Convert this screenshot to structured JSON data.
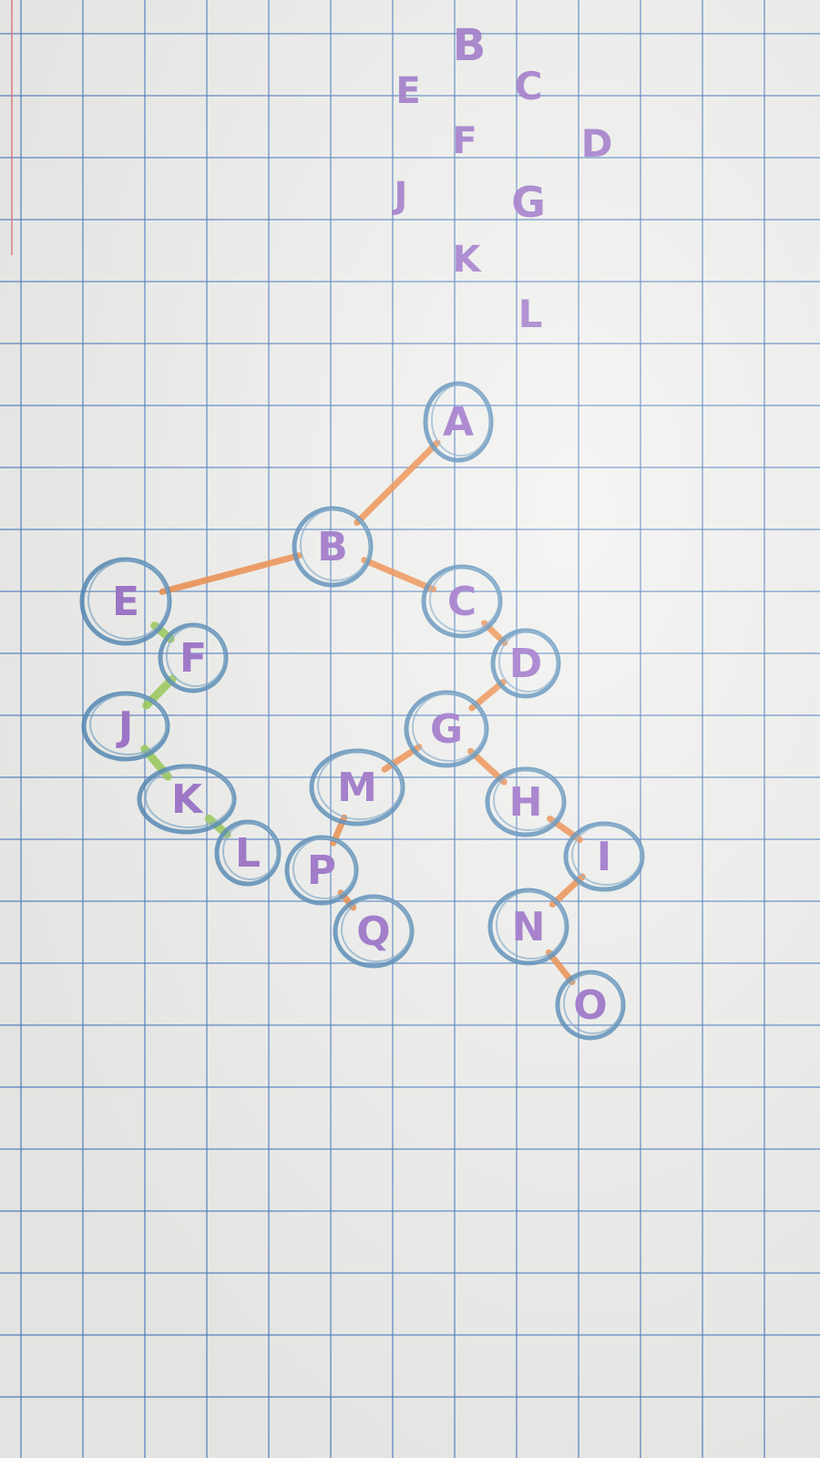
{
  "letter_list": {
    "rows": [
      {
        "id": "b",
        "text": "B"
      },
      {
        "id": "e",
        "text": "E"
      },
      {
        "id": "c",
        "text": "C"
      },
      {
        "id": "f",
        "text": "F"
      },
      {
        "id": "d",
        "text": "D"
      },
      {
        "id": "j",
        "text": "J"
      },
      {
        "id": "g",
        "text": "G"
      },
      {
        "id": "k",
        "text": "K"
      },
      {
        "id": "l",
        "text": "L"
      }
    ]
  },
  "tree": {
    "nodes": [
      {
        "id": "A",
        "label": "A"
      },
      {
        "id": "B",
        "label": "B"
      },
      {
        "id": "C",
        "label": "C"
      },
      {
        "id": "D",
        "label": "D"
      },
      {
        "id": "E",
        "label": "E"
      },
      {
        "id": "F",
        "label": "F"
      },
      {
        "id": "G",
        "label": "G"
      },
      {
        "id": "H",
        "label": "H"
      },
      {
        "id": "I",
        "label": "I"
      },
      {
        "id": "J",
        "label": "J"
      },
      {
        "id": "K",
        "label": "K"
      },
      {
        "id": "L",
        "label": "L"
      },
      {
        "id": "M",
        "label": "M"
      },
      {
        "id": "N",
        "label": "N"
      },
      {
        "id": "O",
        "label": "O"
      },
      {
        "id": "P",
        "label": "P"
      },
      {
        "id": "Q",
        "label": "Q"
      }
    ],
    "edges": [
      {
        "from": "A",
        "to": "B",
        "color": "#ef8a45"
      },
      {
        "from": "B",
        "to": "E",
        "color": "#ef8a45"
      },
      {
        "from": "B",
        "to": "C",
        "color": "#ef8a45"
      },
      {
        "from": "C",
        "to": "D",
        "color": "#ef8a45"
      },
      {
        "from": "D",
        "to": "G",
        "color": "#ef8a45"
      },
      {
        "from": "G",
        "to": "M",
        "color": "#ef8a45"
      },
      {
        "from": "G",
        "to": "H",
        "color": "#ef8a45"
      },
      {
        "from": "H",
        "to": "I",
        "color": "#ef8a45"
      },
      {
        "from": "I",
        "to": "N",
        "color": "#ef8a45"
      },
      {
        "from": "N",
        "to": "O",
        "color": "#ef8a45"
      },
      {
        "from": "M",
        "to": "P",
        "color": "#ef8a45"
      },
      {
        "from": "P",
        "to": "Q",
        "color": "#ef8a45"
      },
      {
        "from": "E",
        "to": "F",
        "color": "#9acd57"
      },
      {
        "from": "F",
        "to": "J",
        "color": "#9acd57"
      },
      {
        "from": "J",
        "to": "K",
        "color": "#9acd57"
      },
      {
        "from": "K",
        "to": "L",
        "color": "#9acd57"
      }
    ]
  },
  "colors": {
    "letters": "#9b6fc9",
    "node_ring": "#4d86b5",
    "edge_orange": "#ef8a45",
    "edge_green": "#9acd57",
    "grid": "#4678be"
  }
}
